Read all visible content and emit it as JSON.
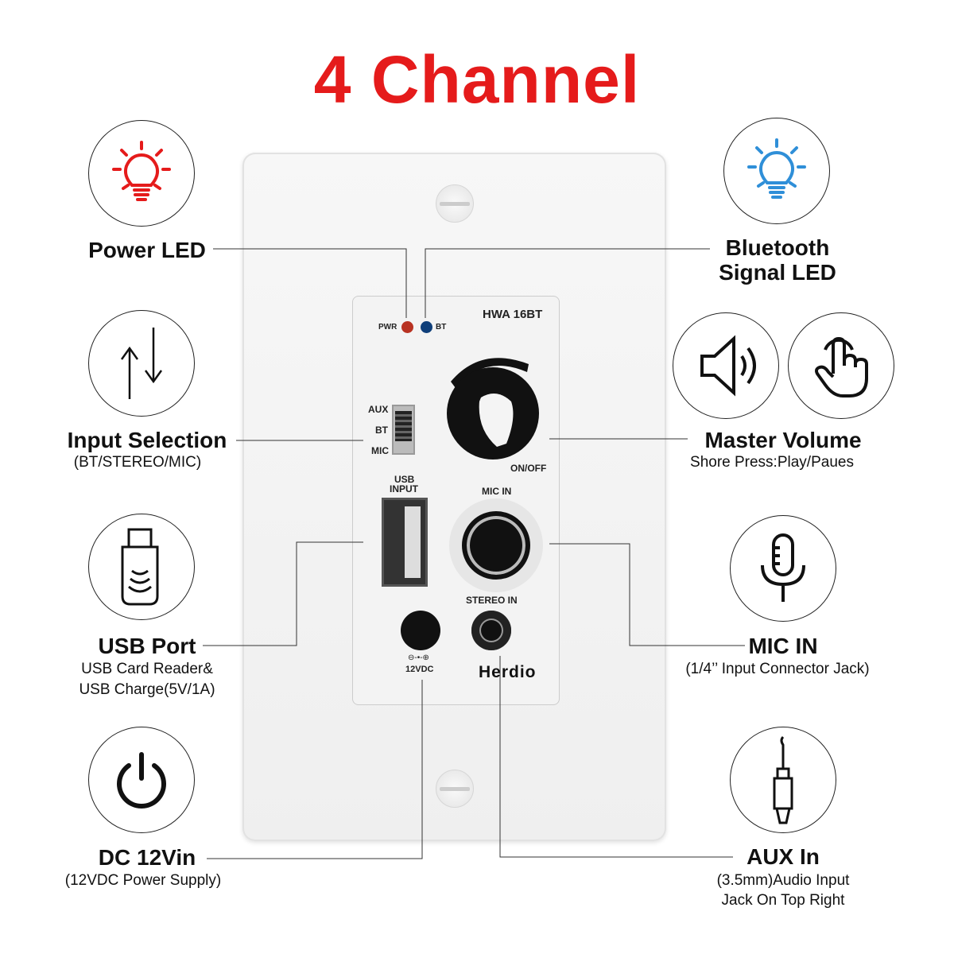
{
  "title": "4 Channel",
  "panel": {
    "model": "HWA 16BT",
    "pwr": "PWR",
    "bt": "BT",
    "aux": "AUX",
    "bt_pos": "BT",
    "mic": "MIC",
    "on_off": "ON/OFF",
    "usb_input_1": "USB",
    "usb_input_2": "INPUT",
    "mic_in": "MIC IN",
    "stereo_in": "STEREO IN",
    "dc_symbol": "⊖-•-⊕",
    "dc": "12VDC",
    "brand": "Herdio"
  },
  "features": {
    "power_led": {
      "label": "Power LED",
      "icon": "red-bulb-icon",
      "color": "#e51b1b"
    },
    "input_selection": {
      "label": "Input Selection",
      "sub": "(BT/STEREO/MIC)",
      "icon": "input-arrows-icon"
    },
    "usb_port": {
      "label": "USB Port",
      "sub1": "USB Card Reader&",
      "sub2": "USB Charge(5V/1A)",
      "icon": "usb-stick-icon"
    },
    "dc": {
      "label": "DC 12Vin",
      "sub": "(12VDC Power Supply)",
      "icon": "power-icon"
    },
    "bt_led": {
      "label1": "Bluetooth",
      "label2": "Signal LED",
      "icon": "blue-bulb-icon",
      "color": "#2f8fd8"
    },
    "master_volume": {
      "label": "Master Volume",
      "sub": "Shore Press:Play/Paues",
      "icon": "speaker-icon"
    },
    "mic_in": {
      "label": "MIC IN",
      "sub": "(1/4’’ Input Connector Jack)",
      "icon": "microphone-icon"
    },
    "aux_in": {
      "label": "AUX In",
      "sub1": "(3.5mm)Audio Input",
      "sub2": "Jack On Top Right",
      "icon": "audio-jack-icon"
    }
  }
}
